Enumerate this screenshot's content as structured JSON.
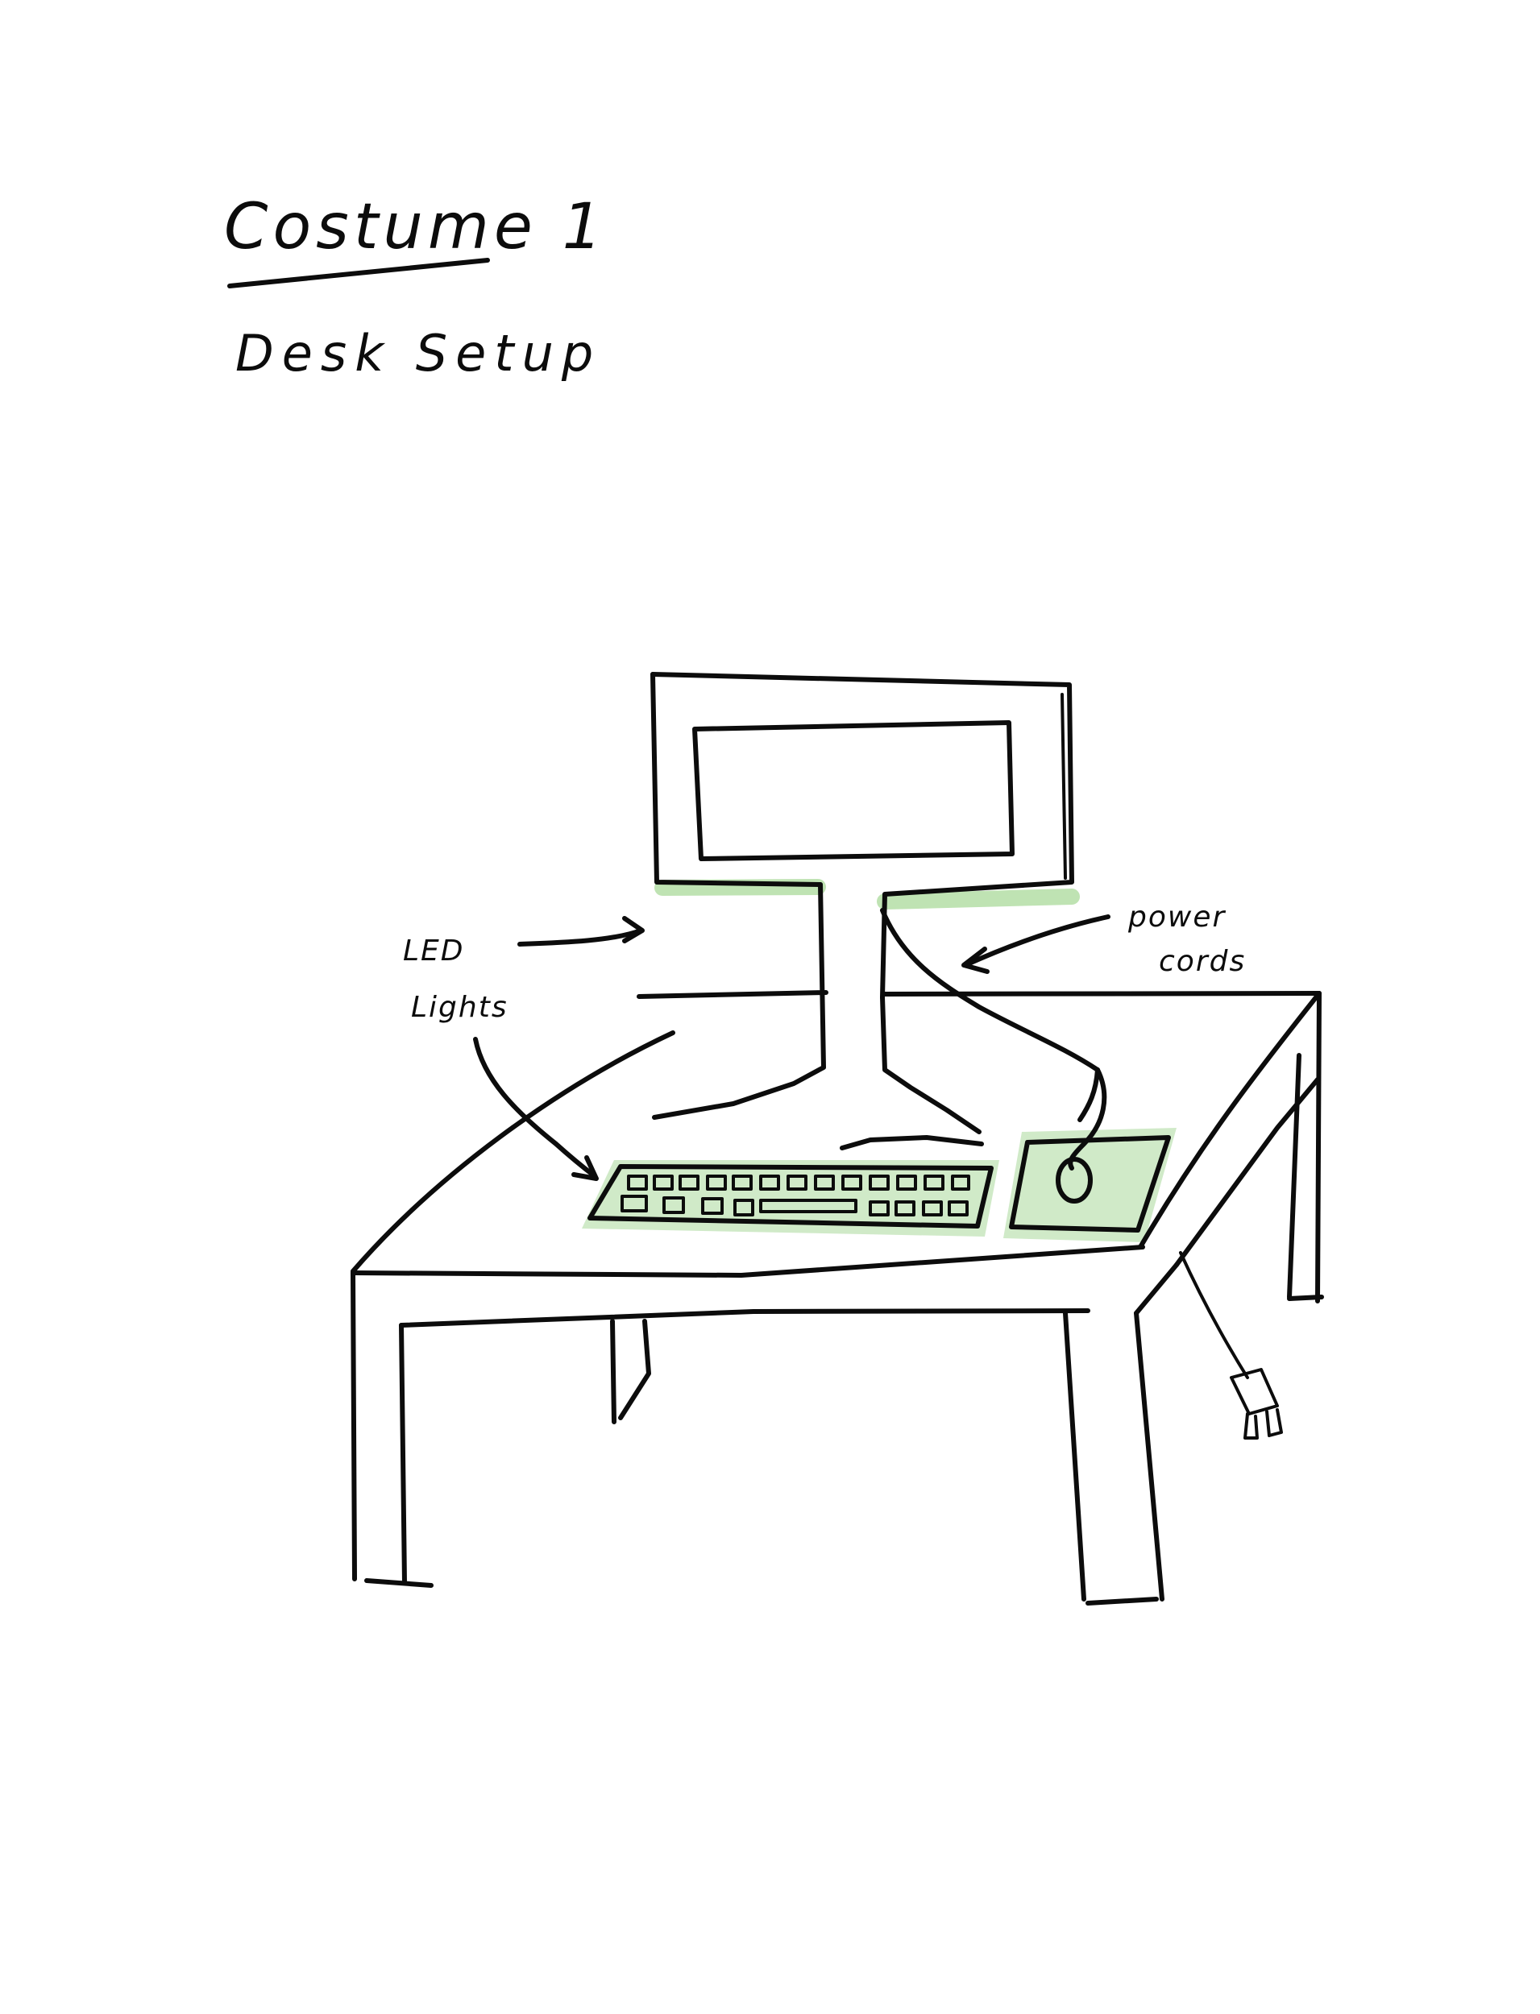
{
  "sketch": {
    "title": "Costume 1",
    "subtitle": "Desk Setup",
    "annotations": {
      "led_label_line1": "LED",
      "led_label_line2": "Lights",
      "power_label_line1": "power",
      "power_label_line2": "cords"
    },
    "colors": {
      "ink": "#0c0c0c",
      "led_glow": "#a9d99a",
      "paper": "#ffffff"
    }
  }
}
